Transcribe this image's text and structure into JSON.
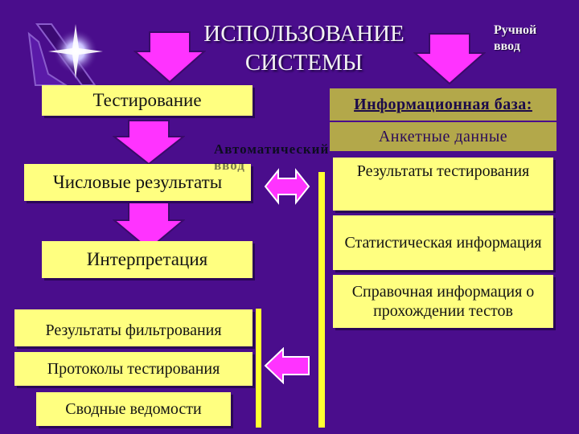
{
  "diagram": {
    "title_line1": "ИСПОЛЬЗОВАНИЕ",
    "title_line2": "СИСТЕМЫ",
    "manual_input_line1": "Ручной",
    "manual_input_line2": "ввод",
    "automatic_input_line1": "Автоматический",
    "automatic_input_line2": "ввод",
    "left_column": {
      "testing": "Тестирование",
      "numeric_results": "Числовые результаты",
      "interpretation": "Интерпретация",
      "outputs": [
        "Результаты фильтрования",
        "Протоколы тестирования",
        "Сводные ведомости"
      ]
    },
    "info_base": {
      "header": "Информационная база:",
      "items": [
        "Анкетные данные",
        "Результаты тестирования",
        "Статистическая информация",
        "Справочная информация о прохождении тестов"
      ]
    }
  },
  "colors": {
    "background": "#4a0d8c",
    "box_fill": "#ffff80",
    "arrow_fill": "#ff33ff",
    "olive_fill": "#b3a84a",
    "divider": "#ffff33"
  }
}
